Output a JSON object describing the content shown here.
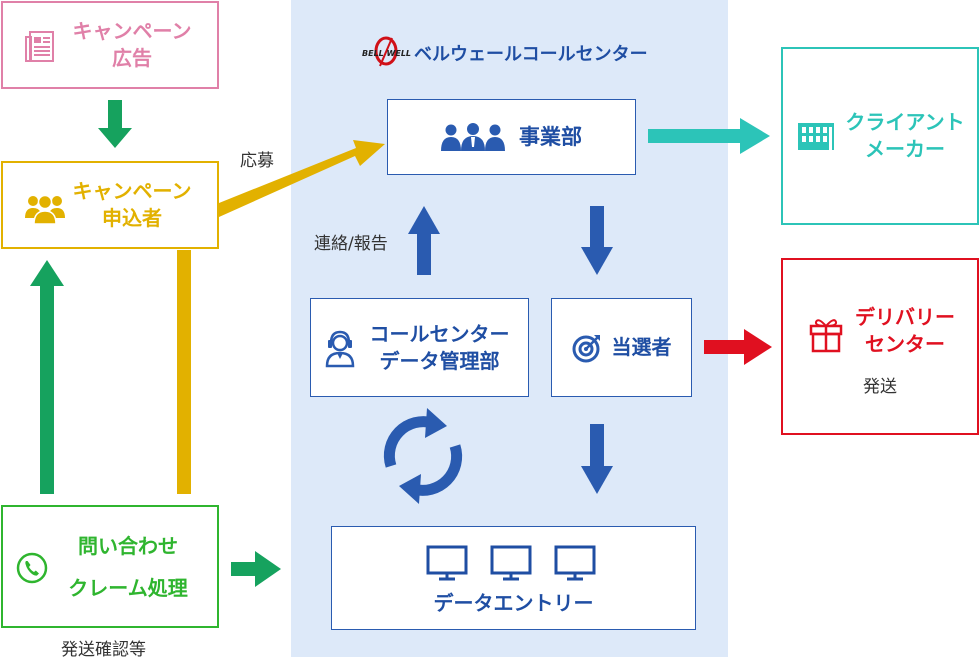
{
  "colors": {
    "pink": "#e080a8",
    "yellow": "#e2b100",
    "green": "#16a25e",
    "lime": "#2fb52f",
    "blue": "#2a5bb0",
    "teal": "#2cc4b8",
    "red": "#e01020",
    "panel": "#dde9f9"
  },
  "ad_box": {
    "line1": "キャンペーン",
    "line2": "広告",
    "icon": "newspaper-icon"
  },
  "applicant_box": {
    "line1": "キャンペーン",
    "line2": "申込者",
    "icon": "people-icon"
  },
  "inquiry_box": {
    "line1": "問い合わせ",
    "line2": "クレーム処理",
    "icon": "phone-icon"
  },
  "inquiry_note": "発送確認等",
  "apply_label": "応募",
  "center": {
    "logo_text": "BELL WELL",
    "title": "ベルウェールコールセンター"
  },
  "division_box": {
    "label": "事業部",
    "icon": "team-icon"
  },
  "report_label": "連絡/報告",
  "callcenter_box": {
    "line1": "コールセンター",
    "line2": "データ管理部",
    "icon": "headset-operator-icon"
  },
  "winner_box": {
    "label": "当選者",
    "icon": "target-icon"
  },
  "data_entry_box": {
    "label": "データエントリー",
    "icon": "monitor-icon"
  },
  "client_box": {
    "line1": "クライアント",
    "line2": "メーカー",
    "icon": "building-icon"
  },
  "delivery_box": {
    "line1": "デリバリー",
    "line2": "センター",
    "icon": "gift-icon"
  },
  "delivery_note": "発送"
}
